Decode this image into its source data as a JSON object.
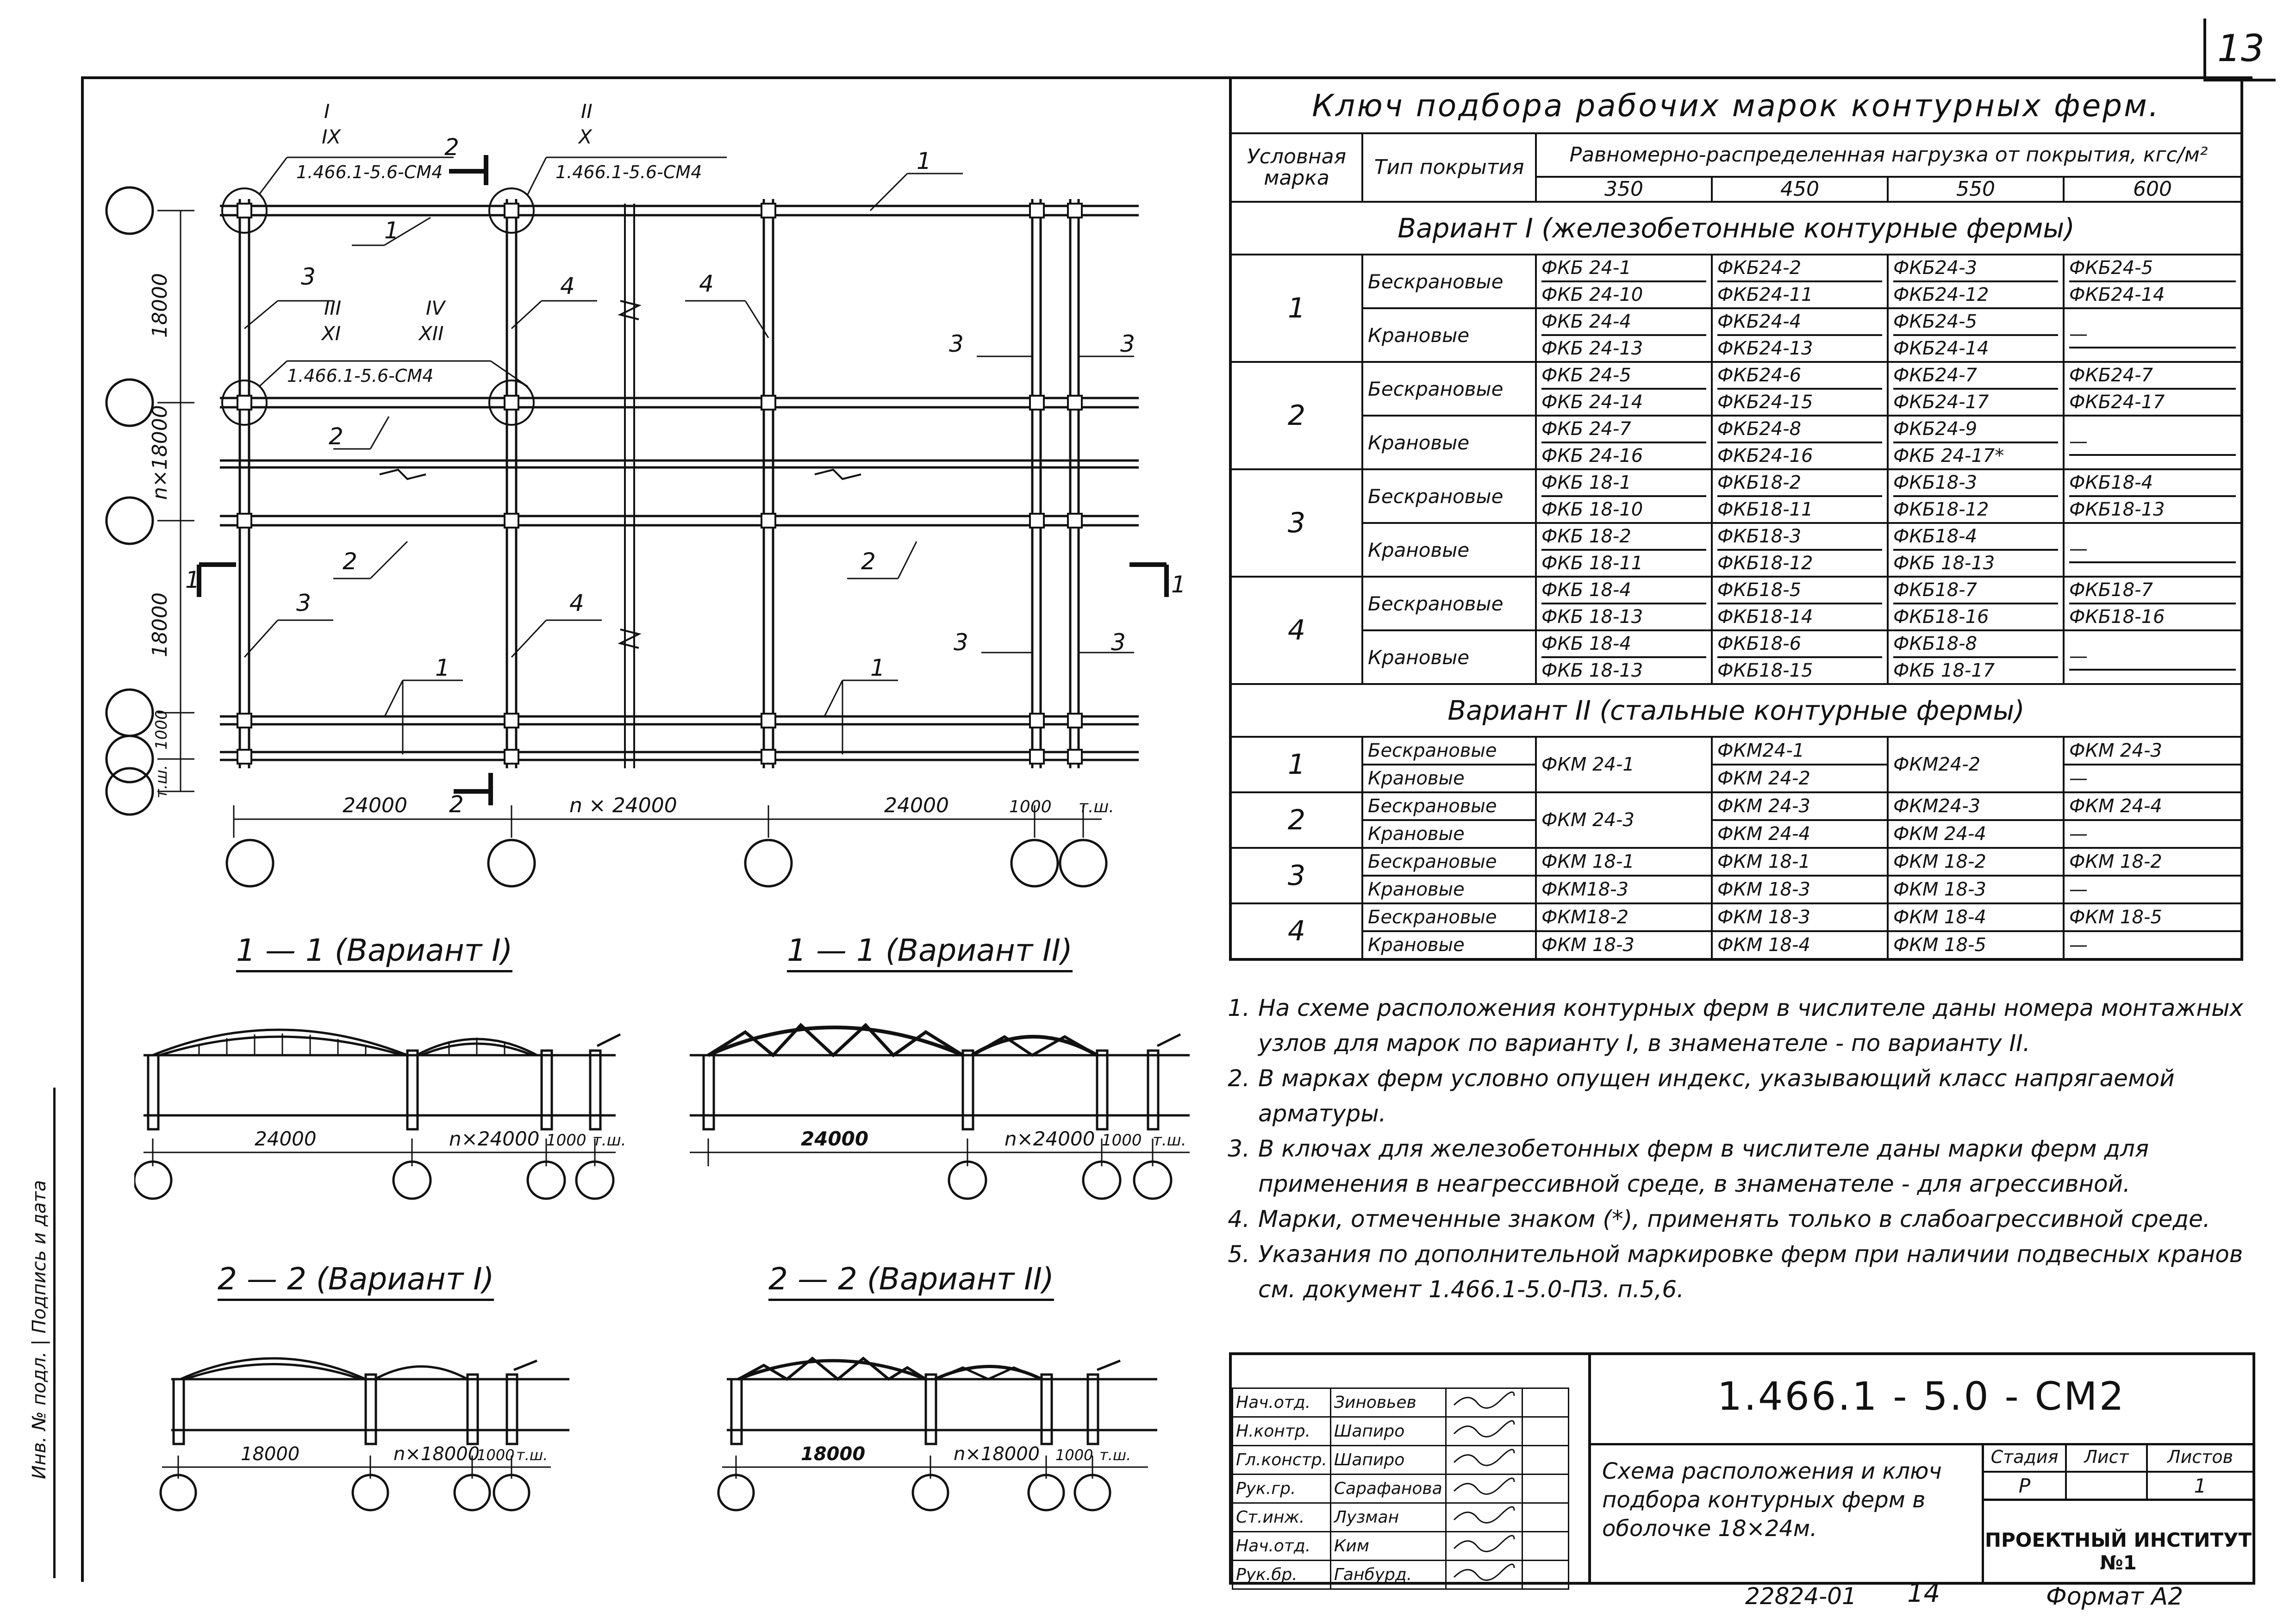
{
  "page_number": "13",
  "plan": {
    "section_marks": [
      "2",
      "2",
      "1",
      "1"
    ],
    "node_labels": [
      {
        "num": "I",
        "den": "IX",
        "doc": "1.466.1-5.6-СМ4"
      },
      {
        "num": "II",
        "den": "X",
        "doc": "1.466.1-5.6-СМ4"
      },
      {
        "num": "III",
        "den": "XI",
        "doc": "1.466.1-5.6-СМ4"
      },
      {
        "num": "IV",
        "den": "XII",
        "doc": "1.466.1-5.6-СМ4"
      }
    ],
    "callouts": [
      "1",
      "1",
      "3",
      "4",
      "4",
      "3",
      "3",
      "2",
      "2",
      "2",
      "3",
      "4",
      "3",
      "3",
      "1",
      "1"
    ],
    "dims_left": [
      "18000",
      "n×18000",
      "18000",
      "1000",
      "т.ш."
    ],
    "dims_bottom": [
      "24000",
      "n × 24000",
      "24000",
      "1000",
      "т.ш."
    ]
  },
  "sections": [
    {
      "title": "1 — 1 (Вариант I)",
      "dims": [
        "24000",
        "n×24000",
        "1000",
        "т.ш."
      ]
    },
    {
      "title": "1 — 1 (Вариант II)",
      "dims": [
        "24000",
        "n×24000",
        "1000",
        "т.ш."
      ]
    },
    {
      "title": "2 — 2 (Вариант I)",
      "dims": [
        "18000",
        "n×18000",
        "1000",
        "т.ш."
      ]
    },
    {
      "title": "2 — 2 (Вариант II)",
      "dims": [
        "18000",
        "n×18000",
        "1000",
        "т.ш."
      ]
    }
  ],
  "side_stamp": "Инв. № подл. | Подпись и дата",
  "key_table": {
    "title": "Ключ подбора рабочих марок контурных ферм.",
    "headers": {
      "mark": "Условная марка",
      "type": "Тип покрытия",
      "load": "Равномерно-распределенная нагрузка от покрытия, кгс/м²",
      "loads": [
        "350",
        "450",
        "550",
        "600"
      ]
    },
    "variant1_title": "Вариант I (железобетонные контурные фермы)",
    "variant1": [
      {
        "mark": "1",
        "rows": [
          {
            "type": "Бескрановые",
            "cells": [
              [
                "ФКБ 24-1",
                "ФКБ 24-10"
              ],
              [
                "ФКБ24-2",
                "ФКБ24-11"
              ],
              [
                "ФКБ24-3",
                "ФКБ24-12"
              ],
              [
                "ФКБ24-5",
                "ФКБ24-14"
              ]
            ]
          },
          {
            "type": "Крановые",
            "cells": [
              [
                "ФКБ 24-4",
                "ФКБ 24-13"
              ],
              [
                "ФКБ24-4",
                "ФКБ24-13"
              ],
              [
                "ФКБ24-5",
                "ФКБ24-14"
              ],
              [
                "—",
                ""
              ]
            ]
          }
        ]
      },
      {
        "mark": "2",
        "rows": [
          {
            "type": "Бескрановые",
            "cells": [
              [
                "ФКБ 24-5",
                "ФКБ 24-14"
              ],
              [
                "ФКБ24-6",
                "ФКБ24-15"
              ],
              [
                "ФКБ24-7",
                "ФКБ24-17"
              ],
              [
                "ФКБ24-7",
                "ФКБ24-17"
              ]
            ]
          },
          {
            "type": "Крановые",
            "cells": [
              [
                "ФКБ 24-7",
                "ФКБ 24-16"
              ],
              [
                "ФКБ24-8",
                "ФКБ24-16"
              ],
              [
                "ФКБ24-9",
                "ФКБ 24-17*"
              ],
              [
                "—",
                ""
              ]
            ]
          }
        ]
      },
      {
        "mark": "3",
        "rows": [
          {
            "type": "Бескрановые",
            "cells": [
              [
                "ФКБ 18-1",
                "ФКБ 18-10"
              ],
              [
                "ФКБ18-2",
                "ФКБ18-11"
              ],
              [
                "ФКБ18-3",
                "ФКБ18-12"
              ],
              [
                "ФКБ18-4",
                "ФКБ18-13"
              ]
            ]
          },
          {
            "type": "Крановые",
            "cells": [
              [
                "ФКБ 18-2",
                "ФКБ 18-11"
              ],
              [
                "ФКБ18-3",
                "ФКБ18-12"
              ],
              [
                "ФКБ18-4",
                "ФКБ 18-13"
              ],
              [
                "—",
                ""
              ]
            ]
          }
        ]
      },
      {
        "mark": "4",
        "rows": [
          {
            "type": "Бескрановые",
            "cells": [
              [
                "ФКБ 18-4",
                "ФКБ 18-13"
              ],
              [
                "ФКБ18-5",
                "ФКБ18-14"
              ],
              [
                "ФКБ18-7",
                "ФКБ18-16"
              ],
              [
                "ФКБ18-7",
                "ФКБ18-16"
              ]
            ]
          },
          {
            "type": "Крановые",
            "cells": [
              [
                "ФКБ 18-4",
                "ФКБ 18-13"
              ],
              [
                "ФКБ18-6",
                "ФКБ18-15"
              ],
              [
                "ФКБ18-8",
                "ФКБ 18-17"
              ],
              [
                "—",
                ""
              ]
            ]
          }
        ]
      }
    ],
    "variant2_title": "Вариант II (стальные контурные фермы)",
    "variant2": [
      {
        "mark": "1",
        "types": [
          "Бескрановые",
          "Крановые"
        ],
        "c350": "ФКМ 24-1",
        "c450": [
          "ФКМ24-1",
          "ФКМ 24-2"
        ],
        "c550": "ФКМ24-2",
        "c600": [
          "ФКМ 24-3",
          "—"
        ]
      },
      {
        "mark": "2",
        "types": [
          "Бескрановые",
          "Крановые"
        ],
        "c350": "ФКМ 24-3",
        "c450": [
          "ФКМ 24-3",
          "ФКМ 24-4"
        ],
        "c550": [
          "ФКМ24-3",
          "ФКМ 24-4"
        ],
        "c600": [
          "ФКМ 24-4",
          "—"
        ]
      },
      {
        "mark": "3",
        "types": [
          "Бескрановые",
          "Крановые"
        ],
        "c350": [
          "ФКМ 18-1",
          "ФКМ18-3"
        ],
        "c450": [
          "ФКМ 18-1",
          "ФКМ 18-3"
        ],
        "c550": [
          "ФКМ 18-2",
          "ФКМ 18-3"
        ],
        "c600": [
          "ФКМ 18-2",
          "—"
        ]
      },
      {
        "mark": "4",
        "types": [
          "Бескрановые",
          "Крановые"
        ],
        "c350": [
          "ФКМ18-2",
          "ФКМ 18-3"
        ],
        "c450": [
          "ФКМ 18-3",
          "ФКМ 18-4"
        ],
        "c550": [
          "ФКМ 18-4",
          "ФКМ 18-5"
        ],
        "c600": [
          "ФКМ 18-5",
          "—"
        ]
      }
    ]
  },
  "notes": [
    {
      "num": "1.",
      "text": "На схеме расположения контурных ферм в числителе даны номера монтажных узлов для марок по варианту I, в знаменателе - по варианту II."
    },
    {
      "num": "2.",
      "text": "В марках ферм условно опущен индекс, указывающий класс напрягаемой арматуры."
    },
    {
      "num": "3.",
      "text": "В ключах для железобетонных ферм в числителе даны марки ферм для применения в неагрессивной среде, в знаменателе - для агрессивной."
    },
    {
      "num": "4.",
      "text": "Марки, отмеченные знаком (*), применять только в слабоагрессивной среде."
    },
    {
      "num": "5.",
      "text": "Указания по дополнительной маркировке ферм при наличии подвесных кранов см. документ 1.466.1-5.0-ПЗ. п.5,6."
    }
  ],
  "title_block": {
    "code": "1.466.1 - 5.0 - СМ2",
    "signatures": [
      {
        "role": "Нач.отд.",
        "name": "Зиновьев"
      },
      {
        "role": "Н.контр.",
        "name": "Шапиро"
      },
      {
        "role": "Гл.констр.",
        "name": "Шапиро"
      },
      {
        "role": "Рук.гр.",
        "name": "Сарафанова"
      },
      {
        "role": "Ст.инж.",
        "name": "Лузман"
      },
      {
        "role": "Нач.отд.",
        "name": "Ким"
      },
      {
        "role": "Рук.бр.",
        "name": "Ганбурд."
      }
    ],
    "description": "Схема расположения и ключ подбора контурных ферм в оболочке 18×24м.",
    "stage_label": "Стадия",
    "stage": "Р",
    "sheet_label": "Лист",
    "sheet": "",
    "sheets_label": "Листов",
    "sheets": "1",
    "institute": "ПРОЕКТНЫЙ ИНСТИТУТ №1"
  },
  "footer": {
    "inv": "22824-01",
    "page": "14",
    "format": "Формат А2"
  }
}
